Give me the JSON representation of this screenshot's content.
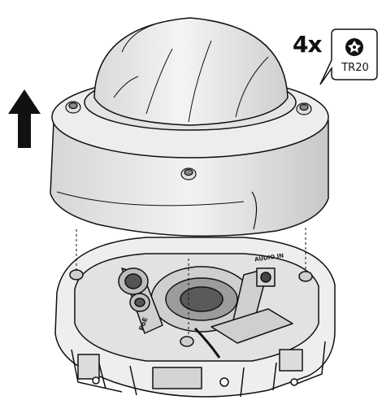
{
  "callout": {
    "quantity": "4x",
    "tool_label": "TR20",
    "tool_icon": "torx-bit-icon"
  },
  "labels": {
    "audio_in": "AUDIO IN",
    "poe": "PoE"
  },
  "icons": {
    "lift_arrow": "arrow-up-icon",
    "screw": "torx-screw-icon"
  }
}
